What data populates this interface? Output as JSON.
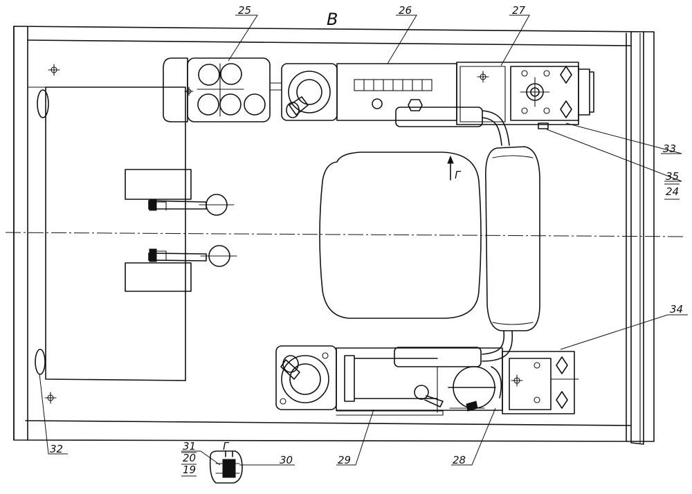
{
  "labels": {
    "view_b": "В",
    "n25": "25",
    "n26": "26",
    "n27": "27",
    "n33": "33",
    "n35": "35",
    "n24": "24",
    "n34": "34",
    "n32": "32",
    "n29": "29",
    "n28": "28",
    "n31": "31",
    "n20": "20",
    "n19": "19",
    "n30": "30",
    "view_g_detail": "Г",
    "view_g_arrow": "Г"
  }
}
